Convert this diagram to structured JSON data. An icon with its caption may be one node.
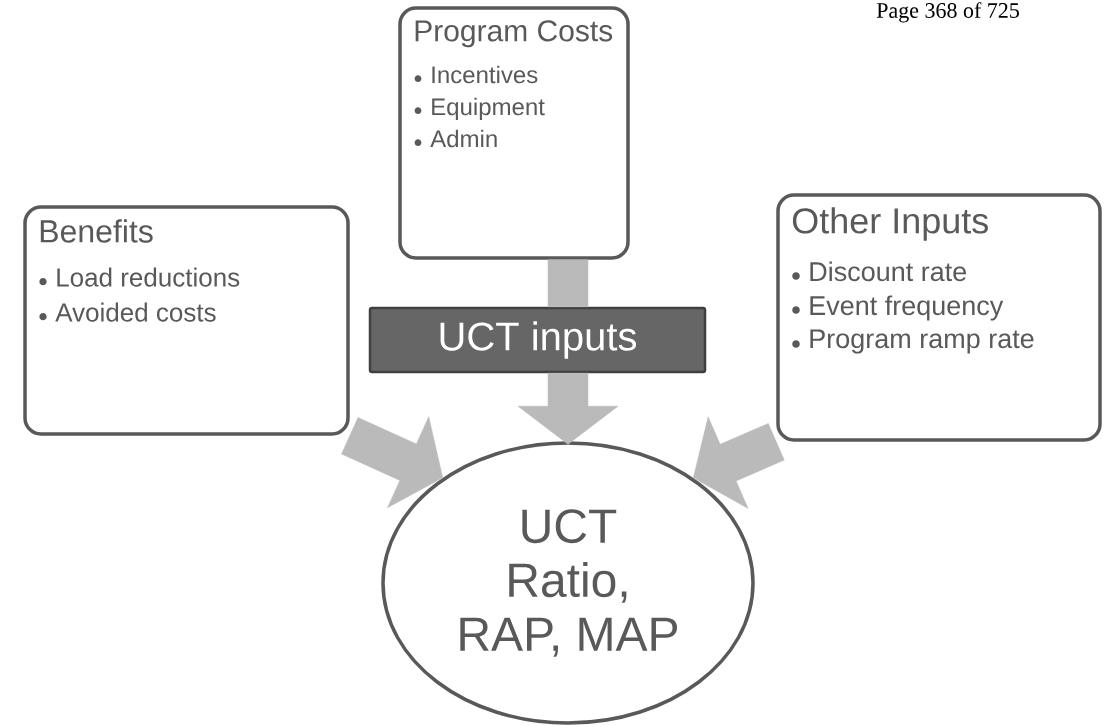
{
  "diagram": {
    "nodes": [
      {
        "text": [
          "Program Costs",
          "Incentives",
          "Equipment",
          "Admin"
        ]
      },
      {
        "text": [
          "Benefits",
          "Load reductions",
          "Avoided costs"
        ]
      },
      {
        "text": [
          "Other Inputs",
          "Discount rate",
          "Event frequency",
          "Program ramp rate"
        ]
      },
      {
        "text": [
          "UCT inputs"
        ]
      },
      {
        "text": [
          "UCT Ratio, RAP, MAP"
        ]
      }
    ],
    "edges": [
      {
        "from": 0,
        "to": 3,
        "arrow": "none"
      },
      {
        "from": 3,
        "to": 4,
        "arrow": "to"
      },
      {
        "from": 1,
        "to": 4,
        "arrow": "to"
      },
      {
        "from": 2,
        "to": 4,
        "arrow": "to"
      }
    ],
    "labels": [
      "Page 368 of 725"
    ]
  }
}
